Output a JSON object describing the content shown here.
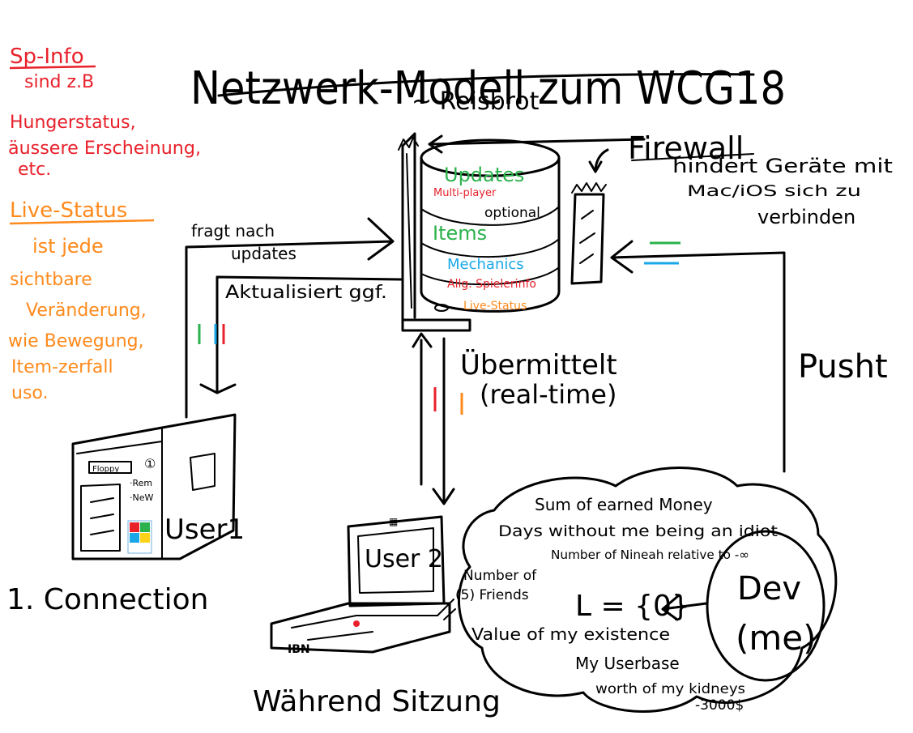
{
  "title": "Netzwerk-Modell zum WCG18",
  "author": "~ Reisbrot",
  "legend": {
    "sp_info": {
      "heading": "Sp-Info",
      "lines": [
        "sind z.B",
        "Hungerstatus,",
        "äussere Erscheinung,",
        "etc."
      ],
      "color": "#e8212b"
    },
    "live_status": {
      "heading": "Live-Status",
      "lines": [
        "ist jede",
        "sichtbare",
        "Veränderung,",
        "wie Bewegung,",
        "Item-zerfall",
        "uso."
      ],
      "color": "#ff8a1c"
    }
  },
  "server": {
    "layers": [
      {
        "text": "Updates",
        "color": "#2bb24c"
      },
      {
        "text": "Multi-player",
        "color": "#e8212b"
      },
      {
        "text": "optional",
        "color": "#000000"
      },
      {
        "text": "Items",
        "color": "#2bb24c"
      },
      {
        "text": "Mechanics",
        "color": "#1aa7e8"
      },
      {
        "text": "Allg. Spielerinfo",
        "color": "#e8212b"
      },
      {
        "text": "Live-Status",
        "color": "#ff8a1c"
      }
    ]
  },
  "firewall": {
    "label": "Firewall",
    "note": [
      "hindert Geräte mit",
      "Mac/iOS sich zu",
      "verbinden"
    ]
  },
  "arrows": {
    "ask_updates": [
      "fragt nach",
      "updates"
    ],
    "refresh": "Aktualisiert ggf.",
    "transmit": [
      "Übermittelt",
      "(real-time)"
    ],
    "push": "Pusht"
  },
  "user1": {
    "label": "User1",
    "caption": "1. Connection",
    "floppy": "Floppy",
    "buttons": [
      "·Rem",
      "·NeW"
    ],
    "digit": "①"
  },
  "user2": {
    "label": "User 2",
    "caption": "Während Sitzung",
    "brand": "IBN"
  },
  "dev": {
    "label": [
      "Dev",
      "(me)"
    ],
    "cloud": [
      "Sum of earned Money",
      "Days without me being an idiot",
      "Number of Nineah relative to -∞",
      "Number of",
      "(5) Friends",
      "L = {0}",
      "Value of my existence",
      "My Userbase",
      "worth of my kidneys",
      "-3000$"
    ]
  },
  "colors": {
    "red": "#e8212b",
    "orange": "#ff8a1c",
    "green": "#2bb24c",
    "blue": "#1aa7e8",
    "ink": "#000000"
  }
}
